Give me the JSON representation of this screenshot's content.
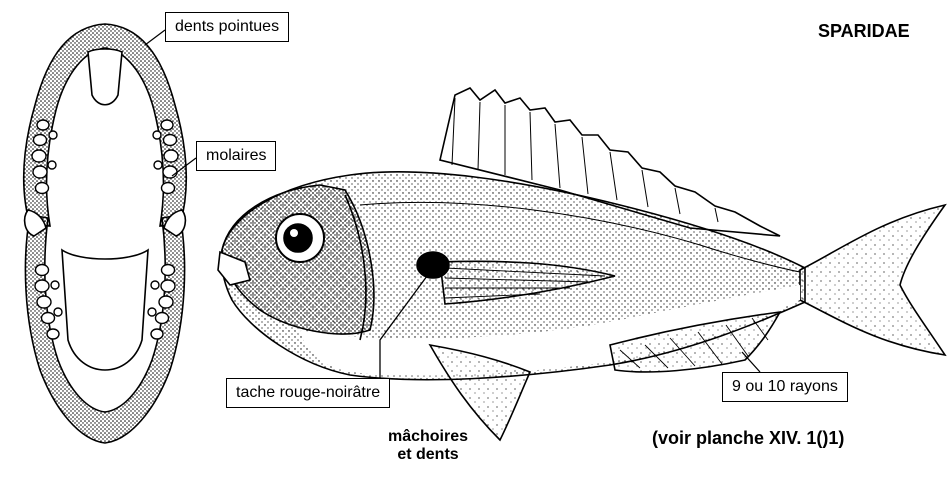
{
  "family_title": "SPARIDAE",
  "labels": {
    "sharp_teeth": "dents pointues",
    "molars": "molaires",
    "spot": "tache rouge-noirâtre",
    "rays": "9 ou 10 rayons"
  },
  "jaw_caption": {
    "line1": "mâchoires",
    "line2": "et dents"
  },
  "plate_reference": "(voir planche XIV. 1()1)"
}
